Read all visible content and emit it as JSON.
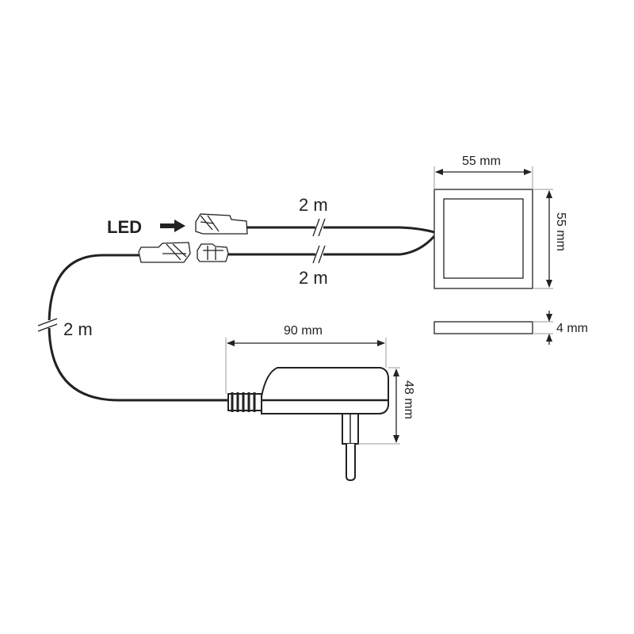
{
  "labels": {
    "led": "LED",
    "cable_top": "2 m",
    "cable_bottom": "2 m",
    "cable_adapter": "2 m",
    "panel_width": "55 mm",
    "panel_height": "55 mm",
    "panel_thickness": "4 mm",
    "adapter_width": "90 mm",
    "adapter_height": "48 mm"
  },
  "colors": {
    "line": "#222222",
    "dim": "#999999"
  }
}
